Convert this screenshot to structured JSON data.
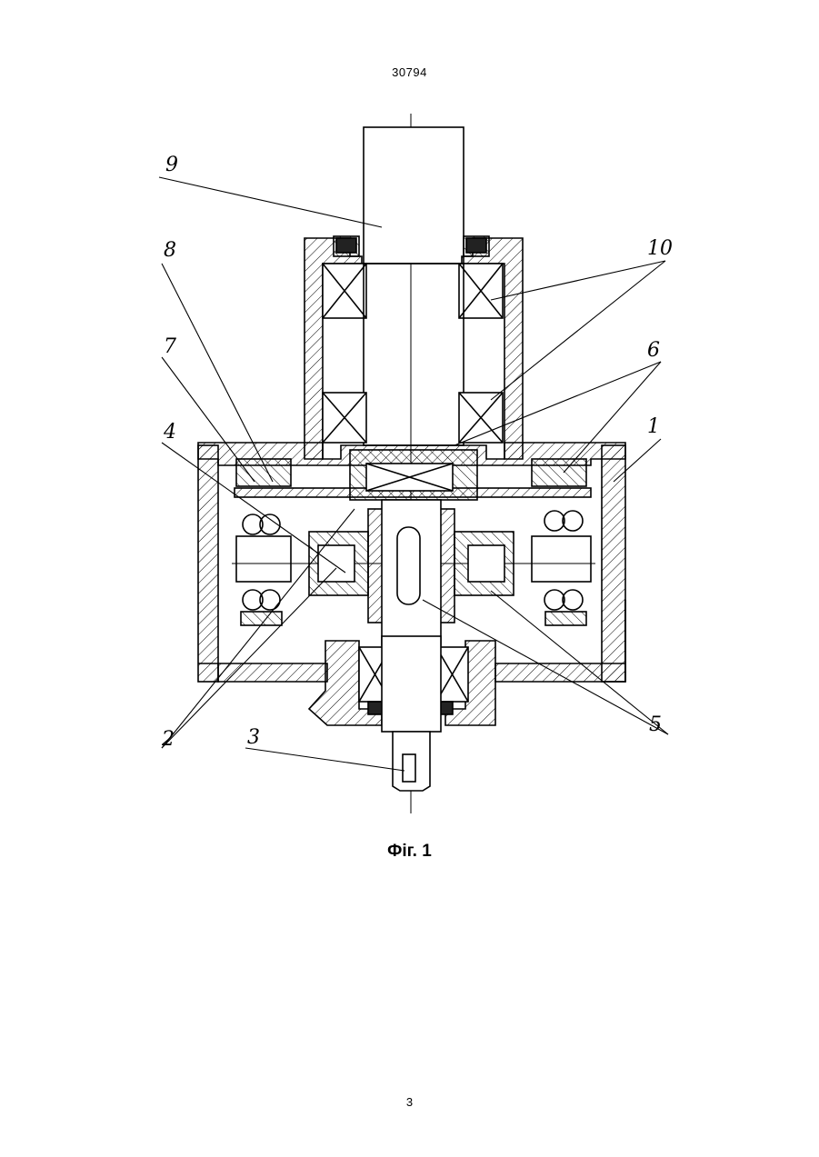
{
  "header": {
    "document_number": "30794"
  },
  "figure": {
    "caption": "Фіг. 1",
    "callouts": [
      {
        "id": "label-9",
        "text": "9"
      },
      {
        "id": "label-8",
        "text": "8"
      },
      {
        "id": "label-10",
        "text": "10"
      },
      {
        "id": "label-7",
        "text": "7"
      },
      {
        "id": "label-6",
        "text": "6"
      },
      {
        "id": "label-4",
        "text": "4"
      },
      {
        "id": "label-1",
        "text": "1"
      },
      {
        "id": "label-2",
        "text": "2"
      },
      {
        "id": "label-3",
        "text": "3"
      },
      {
        "id": "label-5",
        "text": "5"
      }
    ]
  },
  "footer": {
    "page_number": "3"
  }
}
